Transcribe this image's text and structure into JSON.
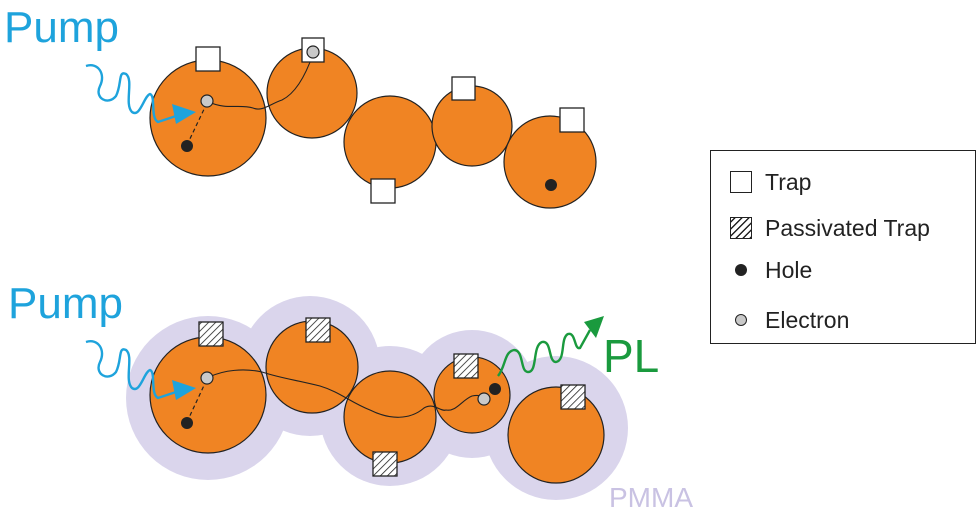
{
  "labels": {
    "pump_top": "Pump",
    "pump_bottom": "Pump",
    "pl": "PL",
    "pmma": "PMMA"
  },
  "legend": {
    "items": [
      {
        "symbol": "trap-square",
        "label": "Trap"
      },
      {
        "symbol": "passivated-trap-square",
        "label": "Passivated Trap"
      },
      {
        "symbol": "hole-dot",
        "label": "Hole"
      },
      {
        "symbol": "electron-dot",
        "label": "Electron"
      }
    ]
  },
  "colors": {
    "nanocrystal": "#F08423",
    "pump": "#1EA3DC",
    "pl": "#1A9A3E",
    "pmma": "#D6D1EA",
    "pmma_text": "#C9C2E3"
  }
}
